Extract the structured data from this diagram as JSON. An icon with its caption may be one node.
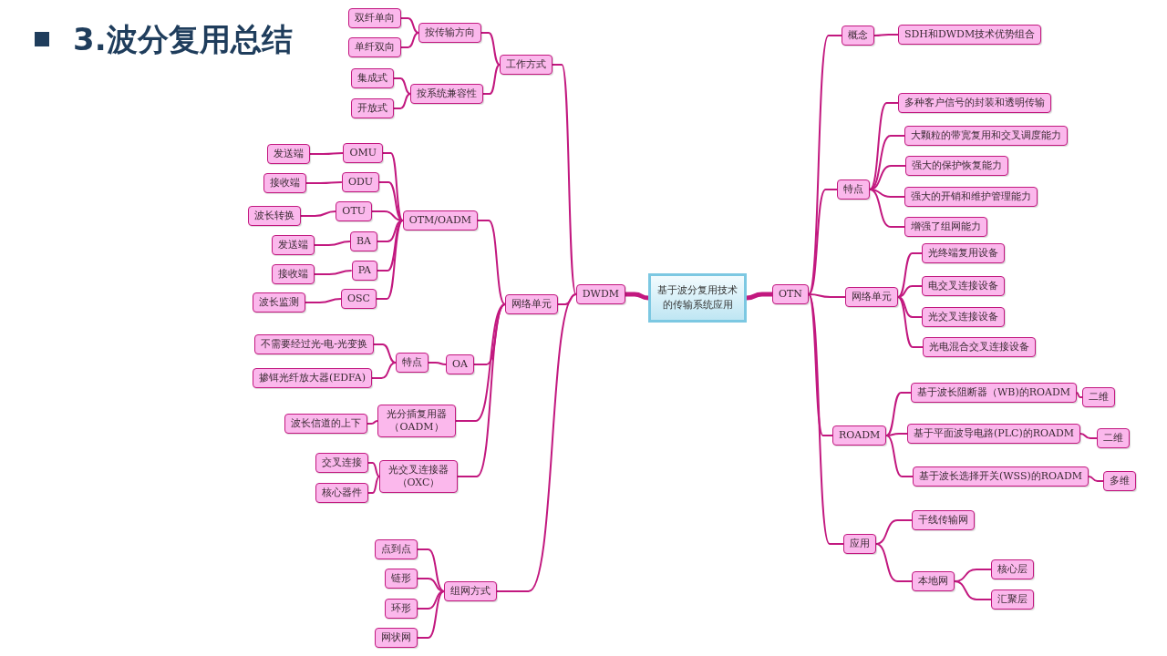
{
  "diagram": {
    "title": "3.波分复用总结",
    "nodes": [
      {
        "text": [
          "基于波分复用技术的传输系统应用"
        ]
      },
      {
        "text": [
          "DWDM"
        ]
      },
      {
        "text": [
          "OTN"
        ]
      },
      {
        "text": [
          "工作方式"
        ]
      },
      {
        "text": [
          "按传输方向"
        ]
      },
      {
        "text": [
          "双纤单向"
        ]
      },
      {
        "text": [
          "单纤双向"
        ]
      },
      {
        "text": [
          "按系统兼容性"
        ]
      },
      {
        "text": [
          "集成式"
        ]
      },
      {
        "text": [
          "开放式"
        ]
      },
      {
        "text": [
          "网络单元"
        ]
      },
      {
        "text": [
          "OTM/OADM"
        ]
      },
      {
        "text": [
          "OMU"
        ]
      },
      {
        "text": [
          "发送端"
        ]
      },
      {
        "text": [
          "ODU"
        ]
      },
      {
        "text": [
          "接收端"
        ]
      },
      {
        "text": [
          "OTU"
        ]
      },
      {
        "text": [
          "波长转换"
        ]
      },
      {
        "text": [
          "BA"
        ]
      },
      {
        "text": [
          "发送端"
        ]
      },
      {
        "text": [
          "PA"
        ]
      },
      {
        "text": [
          "接收端"
        ]
      },
      {
        "text": [
          "OSC"
        ]
      },
      {
        "text": [
          "波长监测"
        ]
      },
      {
        "text": [
          "OA"
        ]
      },
      {
        "text": [
          "特点"
        ]
      },
      {
        "text": [
          "不需要经过光-电-光变换"
        ]
      },
      {
        "text": [
          "掺铒光纤放大器(EDFA)"
        ]
      },
      {
        "text": [
          "光分插复用器（OADM）"
        ]
      },
      {
        "text": [
          "波长信道的上下"
        ]
      },
      {
        "text": [
          "光交叉连接器（OXC）"
        ]
      },
      {
        "text": [
          "交叉连接"
        ]
      },
      {
        "text": [
          "核心器件"
        ]
      },
      {
        "text": [
          "组网方式"
        ]
      },
      {
        "text": [
          "点到点"
        ]
      },
      {
        "text": [
          "链形"
        ]
      },
      {
        "text": [
          "环形"
        ]
      },
      {
        "text": [
          "网状网"
        ]
      },
      {
        "text": [
          "概念"
        ]
      },
      {
        "text": [
          "SDH和DWDM技术优势组合"
        ]
      },
      {
        "text": [
          "特点"
        ]
      },
      {
        "text": [
          "多种客户信号的封装和透明传输"
        ]
      },
      {
        "text": [
          "大颗粒的带宽复用和交叉调度能力"
        ]
      },
      {
        "text": [
          "强大的保护恢复能力"
        ]
      },
      {
        "text": [
          "强大的开销和维护管理能力"
        ]
      },
      {
        "text": [
          "增强了组网能力"
        ]
      },
      {
        "text": [
          "网络单元"
        ]
      },
      {
        "text": [
          "光终端复用设备"
        ]
      },
      {
        "text": [
          "电交叉连接设备"
        ]
      },
      {
        "text": [
          "光交叉连接设备"
        ]
      },
      {
        "text": [
          "光电混合交叉连接设备"
        ]
      },
      {
        "text": [
          "ROADM"
        ]
      },
      {
        "text": [
          "基于波长阻断器（WB)的ROADM"
        ]
      },
      {
        "text": [
          "二维"
        ]
      },
      {
        "text": [
          "基于平面波导电路(PLC)的ROADM"
        ]
      },
      {
        "text": [
          "二维"
        ]
      },
      {
        "text": [
          "基于波长选择开关(WSS)的ROADM"
        ]
      },
      {
        "text": [
          "多维"
        ]
      },
      {
        "text": [
          "应用"
        ]
      },
      {
        "text": [
          "干线传输网"
        ]
      },
      {
        "text": [
          "本地网"
        ]
      },
      {
        "text": [
          "核心层"
        ]
      },
      {
        "text": [
          "汇聚层"
        ]
      }
    ],
    "edges": [
      {
        "from": 0,
        "to": 1,
        "arrow": "none",
        "style": "thick"
      },
      {
        "from": 0,
        "to": 2,
        "arrow": "none",
        "style": "thick"
      },
      {
        "from": 1,
        "to": 3,
        "arrow": "none"
      },
      {
        "from": 3,
        "to": 4,
        "arrow": "none"
      },
      {
        "from": 4,
        "to": 5,
        "arrow": "none"
      },
      {
        "from": 4,
        "to": 6,
        "arrow": "none"
      },
      {
        "from": 3,
        "to": 7,
        "arrow": "none"
      },
      {
        "from": 7,
        "to": 8,
        "arrow": "none"
      },
      {
        "from": 7,
        "to": 9,
        "arrow": "none"
      },
      {
        "from": 1,
        "to": 10,
        "arrow": "none"
      },
      {
        "from": 10,
        "to": 11,
        "arrow": "none"
      },
      {
        "from": 11,
        "to": 12,
        "arrow": "none"
      },
      {
        "from": 12,
        "to": 13,
        "arrow": "none"
      },
      {
        "from": 11,
        "to": 14,
        "arrow": "none"
      },
      {
        "from": 14,
        "to": 15,
        "arrow": "none"
      },
      {
        "from": 11,
        "to": 16,
        "arrow": "none"
      },
      {
        "from": 16,
        "to": 17,
        "arrow": "none"
      },
      {
        "from": 11,
        "to": 18,
        "arrow": "none"
      },
      {
        "from": 18,
        "to": 19,
        "arrow": "none"
      },
      {
        "from": 11,
        "to": 20,
        "arrow": "none"
      },
      {
        "from": 20,
        "to": 21,
        "arrow": "none"
      },
      {
        "from": 11,
        "to": 22,
        "arrow": "none"
      },
      {
        "from": 22,
        "to": 23,
        "arrow": "none"
      },
      {
        "from": 10,
        "to": 24,
        "arrow": "none"
      },
      {
        "from": 24,
        "to": 25,
        "arrow": "none"
      },
      {
        "from": 25,
        "to": 26,
        "arrow": "none"
      },
      {
        "from": 25,
        "to": 27,
        "arrow": "none"
      },
      {
        "from": 10,
        "to": 28,
        "arrow": "none"
      },
      {
        "from": 28,
        "to": 29,
        "arrow": "none"
      },
      {
        "from": 10,
        "to": 30,
        "arrow": "none"
      },
      {
        "from": 30,
        "to": 31,
        "arrow": "none"
      },
      {
        "from": 30,
        "to": 32,
        "arrow": "none"
      },
      {
        "from": 1,
        "to": 33,
        "arrow": "none"
      },
      {
        "from": 33,
        "to": 34,
        "arrow": "none"
      },
      {
        "from": 33,
        "to": 35,
        "arrow": "none"
      },
      {
        "from": 33,
        "to": 36,
        "arrow": "none"
      },
      {
        "from": 33,
        "to": 37,
        "arrow": "none"
      },
      {
        "from": 2,
        "to": 38,
        "arrow": "none"
      },
      {
        "from": 38,
        "to": 39,
        "arrow": "none"
      },
      {
        "from": 2,
        "to": 40,
        "arrow": "none"
      },
      {
        "from": 40,
        "to": 41,
        "arrow": "none"
      },
      {
        "from": 40,
        "to": 42,
        "arrow": "none"
      },
      {
        "from": 40,
        "to": 43,
        "arrow": "none"
      },
      {
        "from": 40,
        "to": 44,
        "arrow": "none"
      },
      {
        "from": 40,
        "to": 45,
        "arrow": "none"
      },
      {
        "from": 2,
        "to": 46,
        "arrow": "none"
      },
      {
        "from": 46,
        "to": 47,
        "arrow": "none"
      },
      {
        "from": 46,
        "to": 48,
        "arrow": "none"
      },
      {
        "from": 46,
        "to": 49,
        "arrow": "none"
      },
      {
        "from": 46,
        "to": 50,
        "arrow": "none"
      },
      {
        "from": 2,
        "to": 51,
        "arrow": "none"
      },
      {
        "from": 51,
        "to": 52,
        "arrow": "none"
      },
      {
        "from": 52,
        "to": 53,
        "arrow": "none"
      },
      {
        "from": 51,
        "to": 54,
        "arrow": "none"
      },
      {
        "from": 54,
        "to": 55,
        "arrow": "none"
      },
      {
        "from": 51,
        "to": 56,
        "arrow": "none"
      },
      {
        "from": 56,
        "to": 57,
        "arrow": "none"
      },
      {
        "from": 2,
        "to": 58,
        "arrow": "none"
      },
      {
        "from": 58,
        "to": 59,
        "arrow": "none"
      },
      {
        "from": 58,
        "to": 60,
        "arrow": "none"
      },
      {
        "from": 60,
        "to": 61,
        "arrow": "none"
      },
      {
        "from": 60,
        "to": 62,
        "arrow": "none"
      }
    ]
  }
}
